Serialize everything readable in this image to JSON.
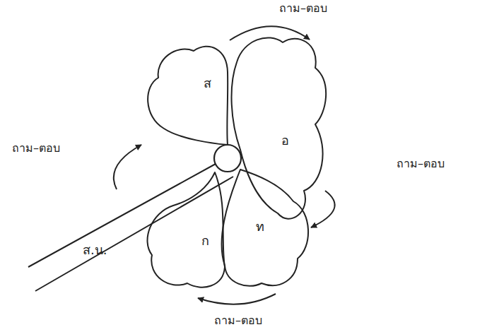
{
  "diagram": {
    "nodes": [
      {
        "text": [
          "ส"
        ]
      },
      {
        "text": [
          "อ"
        ]
      },
      {
        "text": [
          "ท"
        ]
      },
      {
        "text": [
          "ก"
        ]
      },
      {
        "text": [
          "ส.น."
        ]
      }
    ],
    "edges": [
      {
        "from": 0,
        "to": 1,
        "label": "ถาม–ตอบ",
        "arrow": "to"
      },
      {
        "from": 1,
        "to": 2,
        "label": "ถาม–ตอบ",
        "arrow": "to"
      },
      {
        "from": 2,
        "to": 3,
        "label": "ถาม–ตอบ",
        "arrow": "to"
      },
      {
        "from": 3,
        "to": 0,
        "label": "ถาม–ตอบ",
        "arrow": "to"
      }
    ]
  }
}
